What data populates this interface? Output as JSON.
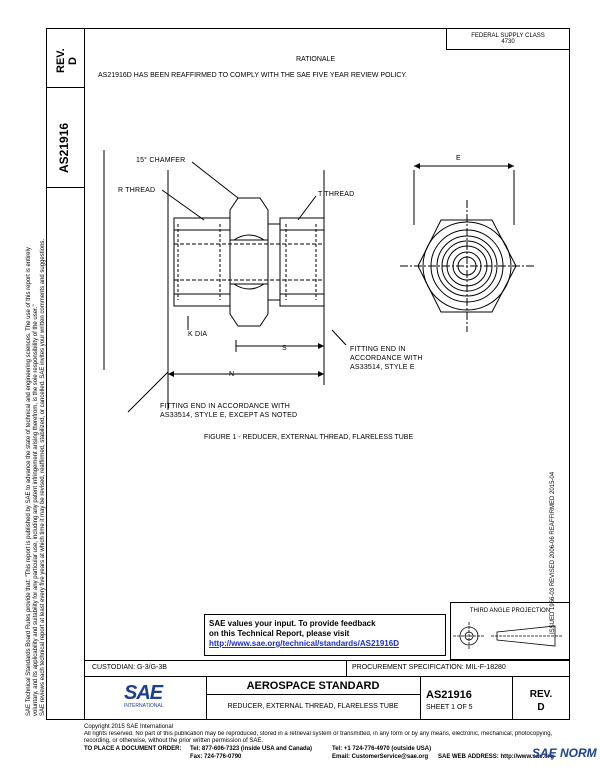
{
  "side": {
    "rev_label": "REV.",
    "rev_value": "D",
    "doc_number": "AS21916",
    "disclaimer_1": "SAE Technical Standards Board Rules provide that: \"This report is published by SAE to advance the state of technical and engineering sciences. The use of this report is entirely",
    "disclaimer_2": "voluntary, and its applicability and suitability for any particular use, including any patent infringement arising therefrom, is the sole responsibility of the user.\"",
    "disclaimer_3": "SAE reviews each technical report at least every five years at which time it may be revised, reaffirmed, stabilized, or cancelled. SAE invites your written comments and suggestions."
  },
  "header": {
    "federal_class_1": "FEDERAL SUPPLY CLASS",
    "federal_class_2": "4730",
    "rationale_title": "RATIONALE",
    "rationale_text": "AS21916D HAS BEEN REAFFIRMED TO COMPLY WITH THE SAE FIVE YEAR REVIEW POLICY."
  },
  "drawing": {
    "label_chamfer": "15° CHAMFER",
    "label_r_thread": "R THREAD",
    "label_t_thread": "T THREAD",
    "label_e": "E",
    "label_k_dia": "K DIA",
    "label_s": "S",
    "label_n": "N",
    "note_right_1": "FITTING END IN",
    "note_right_2": "ACCORDANCE WITH",
    "note_right_3": "AS33514, STYLE E",
    "note_left_1": "FITTING END IN ACCORDANCE WITH",
    "note_left_2": "AS33514, STYLE E, EXCEPT AS NOTED",
    "figure_caption": "FIGURE 1 - REDUCER, EXTERNAL THREAD, FLARELESS TUBE"
  },
  "right_margin": {
    "history": "ISSUED 1956-03     REVISED 2006-06     REAFFIRMED 2015-04"
  },
  "feedback": {
    "line1": "SAE values your input. To provide feedback",
    "line2": "on this Technical Report, please visit",
    "link": "http://www.sae.org/technical/standards/AS21916D"
  },
  "projection": {
    "label": "THIRD ANGLE PROJECTION"
  },
  "titleblock": {
    "custodian": "CUSTODIAN: G-3/G-3B",
    "procurement": "PROCUREMENT SPECIFICATION: MIL-F-18280",
    "logo_text": "SAE",
    "logo_sub": "INTERNATIONAL",
    "aerospace_standard": "AEROSPACE STANDARD",
    "title": "REDUCER, EXTERNAL THREAD, FLARELESS TUBE",
    "doc_number": "AS21916",
    "sheet": "SHEET 1 OF 5",
    "rev_label": "REV.",
    "rev_value": "D"
  },
  "footer": {
    "copyright": "Copyright 2015 SAE International",
    "rights_1": "All rights reserved. No part of this publication may be reproduced, stored in a retrieval system or transmitted, in any form or by any means, electronic, mechanical, photocopying,",
    "rights_2": "recording, or otherwise, without the prior written permission of SAE.",
    "order_label": "TO PLACE A DOCUMENT ORDER:",
    "tel_us": "Tel: 877-606-7323 (inside USA and Canada)",
    "tel_intl": "Tel: +1 724-776-4970 (outside USA)",
    "fax": "Fax: 724-776-0790",
    "email": "Email: CustomerService@sae.org",
    "web": "SAE WEB ADDRESS: http://www.sae.org",
    "watermark": "SAE NORM"
  }
}
